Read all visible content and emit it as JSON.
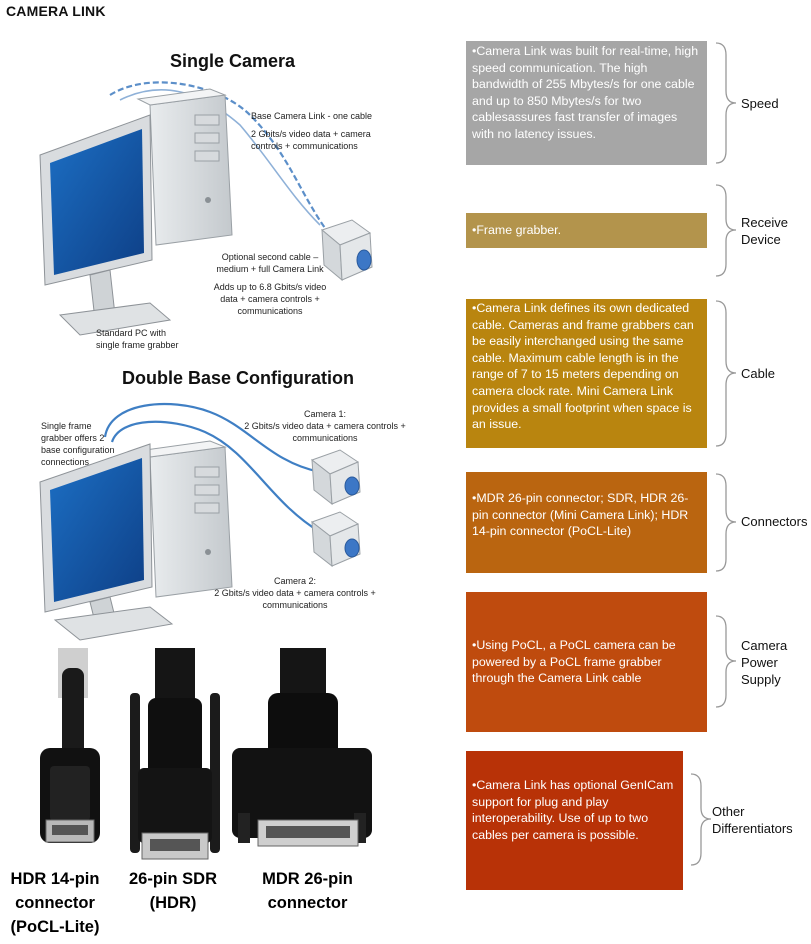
{
  "page": {
    "title": "CAMERA LINK"
  },
  "single_camera": {
    "heading": "Single Camera",
    "base_label": "Base Camera Link - one cable",
    "base_detail_1": "2 Gbits/s video data + camera",
    "base_detail_2": "controls + communications",
    "opt_label_1": "Optional second cable –",
    "opt_label_2": "medium + full Camera Link",
    "opt_detail_1": "Adds up to 6.8 Gbits/s video",
    "opt_detail_2": "data + camera controls +",
    "opt_detail_3": "communications",
    "pc_label_1": "Standard PC with",
    "pc_label_2": "single frame grabber"
  },
  "double_base": {
    "heading": "Double Base Configuration",
    "grabber_1": "Single frame",
    "grabber_2": "grabber offers 2",
    "grabber_3": "base configuration",
    "grabber_4": "connections",
    "cam1_title": "Camera 1:",
    "cam1_detail_1": "2 Gbits/s video data + camera controls +",
    "cam1_detail_2": "communications",
    "cam2_title": "Camera 2:",
    "cam2_detail_1": "2 Gbits/s video data + camera controls +",
    "cam2_detail_2": "communications"
  },
  "connectors": [
    {
      "line1": "HDR 14-pin",
      "line2": "connector",
      "line3": "(PoCL-Lite)"
    },
    {
      "line1": "26-pin SDR",
      "line2": "(HDR)",
      "line3": ""
    },
    {
      "line1": "MDR 26-pin",
      "line2": "connector",
      "line3": ""
    }
  ],
  "features": [
    {
      "category": "Speed",
      "color": "#a6a6a6",
      "text": "•Camera Link was built for real-time, high speed communication. The high bandwidth of 255 Mbytes/s for one cable and up to 850 Mbytes/s for two cablesassures fast transfer of images with no latency issues."
    },
    {
      "category_1": "Receive",
      "category_2": "Device",
      "color": "#b3944c",
      "text": "•Frame grabber."
    },
    {
      "category": "Cable",
      "color": "#b9850f",
      "text": "•Camera Link defines its own dedicated cable. Cameras and frame grabbers can be easily interchanged using the same cable. Maximum cable length is in the range of 7 to 15 meters depending on camera clock rate. Mini Camera Link provides a small footprint when space is an issue."
    },
    {
      "category": "Connectors",
      "color": "#ba6510",
      "text": "•MDR 26-pin connector; SDR, HDR 26-pin connector (Mini Camera Link); HDR 14-pin connector (PoCL-Lite)"
    },
    {
      "category_1": "Camera",
      "category_2": "Power",
      "category_3": "Supply",
      "color": "#bf4b0e",
      "text": "•Using PoCL, a PoCL camera can be powered by a PoCL frame grabber through the Camera Link cable"
    },
    {
      "category_1": "Other",
      "category_2": "Differentiators",
      "color": "#b83207",
      "text": "•Camera Link has optional GenICam support for plug and play interoperability. Use of up to two cables per camera is possible."
    }
  ]
}
